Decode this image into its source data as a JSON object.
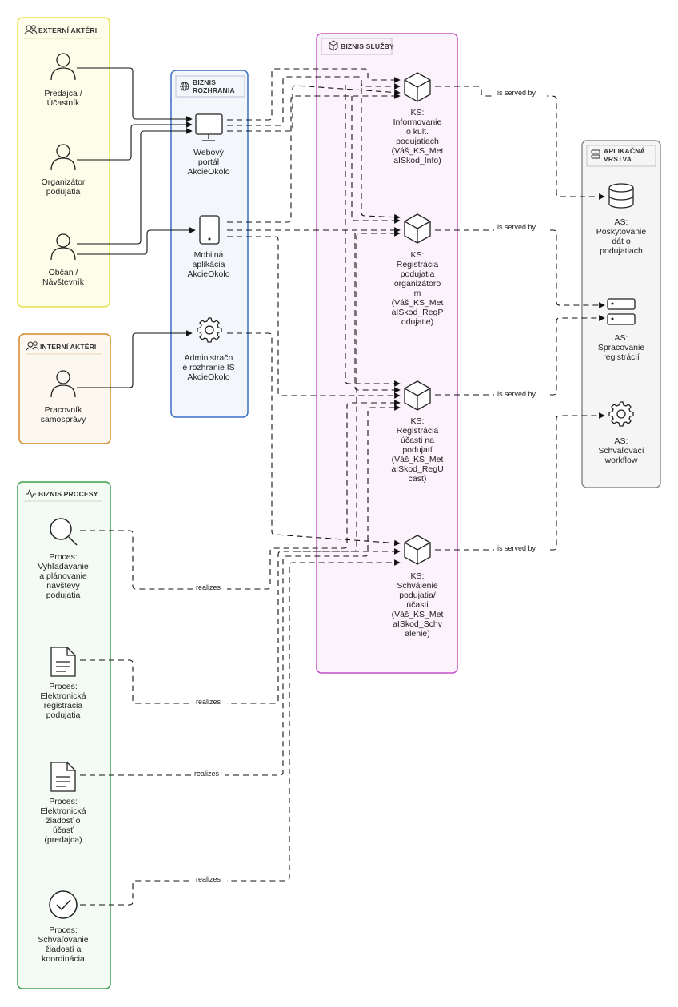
{
  "groups": {
    "external_actors": "EXTERNÍ AKTÉRI",
    "internal_actors": "INTERNÍ AKTÉRI",
    "business_interfaces": [
      "BIZNIS",
      "ROZHRANIA"
    ],
    "business_services": "BIZNIS SLUŽBY",
    "application_layer": [
      "APLIKAČNÁ",
      "VRSTVA"
    ],
    "business_processes": "BIZNIS PROCESY"
  },
  "actors": {
    "seller": [
      "Predajca /",
      "Účastník"
    ],
    "organizer": [
      "Organizátor",
      "podujatia"
    ],
    "citizen": [
      "Občan /",
      "Návštevník"
    ],
    "employee": [
      "Pracovník",
      "samosprávy"
    ]
  },
  "interfaces": {
    "web_portal": [
      "Webový",
      "portál",
      "AkcieOkolo"
    ],
    "mobile_app": [
      "Mobilná",
      "aplikácia",
      "AkcieOkolo"
    ],
    "admin": [
      "Administračn",
      "é rozhranie IS",
      "AkcieOkolo"
    ]
  },
  "services": {
    "info": [
      "KS:",
      "Informovanie",
      "o kult.",
      "podujatiach",
      "(Váš_KS_Met",
      "aISkod_Info)"
    ],
    "reg_event": [
      "KS:",
      "Registrácia",
      "podujatia",
      "organizátoro",
      "m",
      "(Váš_KS_Met",
      "aISkod_RegP",
      "odujatie)"
    ],
    "reg_part": [
      "KS:",
      "Registrácia",
      "účasti na",
      "podujatí",
      "(Váš_KS_Met",
      "aISkod_RegU",
      "cast)"
    ],
    "approval": [
      "KS:",
      "Schválenie",
      "podujatia/",
      "účasti",
      "(Váš_KS_Met",
      "aISkod_Schv",
      "alenie)"
    ]
  },
  "app_services": {
    "data": [
      "AS:",
      "Poskytovanie",
      "dát o",
      "podujatiach"
    ],
    "registrations": [
      "AS:",
      "Spracovanie",
      "registrácií"
    ],
    "workflow": [
      "AS:",
      "Schvaľovací",
      "workflow"
    ]
  },
  "processes": {
    "search": [
      "Proces:",
      "Vyhľadávanie",
      "a plánovanie",
      "návštevy",
      "podujatia"
    ],
    "registration": [
      "Proces:",
      "Elektronická",
      "registrácia",
      "podujatia"
    ],
    "request": [
      "Proces:",
      "Elektronická",
      "žiadosť o",
      "účasť",
      "(predajca)"
    ],
    "approve": [
      "Proces:",
      "Schvaľovanie",
      "žiadostí a",
      "koordinácia"
    ]
  },
  "edge_labels": {
    "served_by_1": "is served by.",
    "served_by_2": "is served by.",
    "served_by_3": "is served by.",
    "served_by_4": "is served by.",
    "realizes_1": "realizes",
    "realizes_2": "realizes",
    "realizes_3": "realizes",
    "realizes_4": "realizes"
  },
  "colors": {
    "external": "#e8e24c",
    "internal": "#d18b2a",
    "interfaces": "#3a6fc4",
    "services": "#c453c4",
    "application": "#8a8a8a",
    "processes": "#3aa04a"
  }
}
